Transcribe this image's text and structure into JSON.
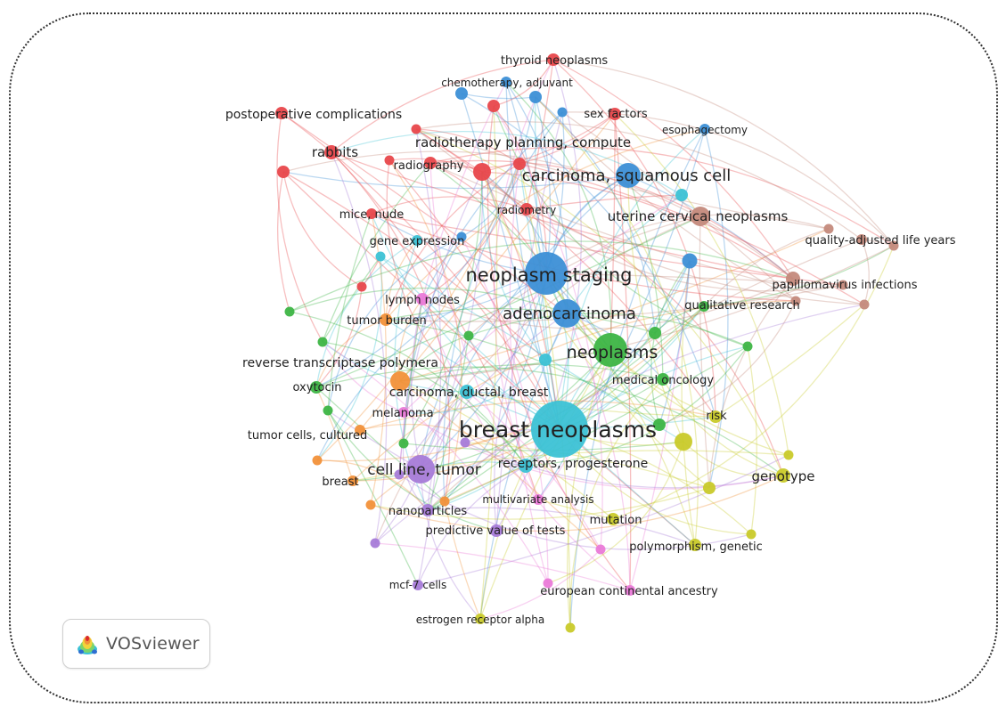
{
  "app": {
    "name": "VOSviewer",
    "logo_icon": "vosviewer-logo-icon"
  },
  "clusters": {
    "red": "#e8474b",
    "blue": "#3c8fd6",
    "green": "#3db545",
    "yellow": "#c9ca2a",
    "purple": "#a77bd8",
    "cyan": "#3cc2d5",
    "orange": "#f2913a",
    "brown": "#c48a7c",
    "pink": "#ea7ad8"
  },
  "labels": [
    {
      "id": "breast-neoplasms",
      "text": "breast neoplasms",
      "cluster": "cyan",
      "size": 25
    },
    {
      "id": "neoplasm-staging",
      "text": "neoplasm staging",
      "cluster": "blue",
      "size": 21
    },
    {
      "id": "carcinoma-squamous-cell",
      "text": "carcinoma, squamous cell",
      "cluster": "blue",
      "size": 18
    },
    {
      "id": "adenocarcinoma",
      "text": "adenocarcinoma",
      "cluster": "blue",
      "size": 18
    },
    {
      "id": "neoplasms",
      "text": "neoplasms",
      "cluster": "green",
      "size": 19
    },
    {
      "id": "cell-line-tumor",
      "text": "cell line, tumor",
      "cluster": "purple",
      "size": 17
    },
    {
      "id": "uterine-cervical-neoplasms",
      "text": "uterine cervical neoplasms",
      "cluster": "brown",
      "size": 15
    },
    {
      "id": "radiotherapy-planning",
      "text": "radiotherapy planning, compute",
      "cluster": "red",
      "size": 15
    },
    {
      "id": "rabbits",
      "text": "rabbits",
      "cluster": "red",
      "size": 15
    },
    {
      "id": "reverse-transcriptase",
      "text": "reverse transcriptase polymera",
      "cluster": "orange",
      "size": 14
    },
    {
      "id": "genotype",
      "text": "genotype",
      "cluster": "yellow",
      "size": 15
    },
    {
      "id": "receptors-progesterone",
      "text": "receptors, progesterone",
      "cluster": "cyan",
      "size": 14
    },
    {
      "id": "carcinoma-ductal-breast",
      "text": "carcinoma, ductal, breast",
      "cluster": "cyan",
      "size": 14
    },
    {
      "id": "postoperative-complications",
      "text": "postoperative complications",
      "cluster": "red",
      "size": 14
    },
    {
      "id": "thyroid-neoplasms",
      "text": "thyroid neoplasms",
      "cluster": "red",
      "size": 13
    },
    {
      "id": "chemotherapy-adjuvant",
      "text": "chemotherapy, adjuvant",
      "cluster": "blue",
      "size": 12
    },
    {
      "id": "sex-factors",
      "text": "sex factors",
      "cluster": "red",
      "size": 13
    },
    {
      "id": "esophagectomy",
      "text": "esophagectomy",
      "cluster": "blue",
      "size": 12
    },
    {
      "id": "radiography",
      "text": "radiography",
      "cluster": "red",
      "size": 13
    },
    {
      "id": "radiometry",
      "text": "radiometry",
      "cluster": "red",
      "size": 12
    },
    {
      "id": "mice-nude",
      "text": "mice, nude",
      "cluster": "red",
      "size": 13
    },
    {
      "id": "gene-expression",
      "text": "gene expression",
      "cluster": "cyan",
      "size": 13
    },
    {
      "id": "quality-adjusted-life-years",
      "text": "quality-adjusted life years",
      "cluster": "brown",
      "size": 13
    },
    {
      "id": "papillomavirus-infections",
      "text": "papillomavirus infections",
      "cluster": "brown",
      "size": 13
    },
    {
      "id": "lymph-nodes",
      "text": "lymph nodes",
      "cluster": "pink",
      "size": 13
    },
    {
      "id": "qualitative-research",
      "text": "qualitative research",
      "cluster": "green",
      "size": 13
    },
    {
      "id": "tumor-burden",
      "text": "tumor burden",
      "cluster": "orange",
      "size": 13
    },
    {
      "id": "oxytocin",
      "text": "oxytocin",
      "cluster": "green",
      "size": 13
    },
    {
      "id": "medical-oncology",
      "text": "medical oncology",
      "cluster": "green",
      "size": 13
    },
    {
      "id": "melanoma",
      "text": "melanoma",
      "cluster": "pink",
      "size": 13
    },
    {
      "id": "risk",
      "text": "risk",
      "cluster": "yellow",
      "size": 13
    },
    {
      "id": "tumor-cells-cultured",
      "text": "tumor cells, cultured",
      "cluster": "orange",
      "size": 13
    },
    {
      "id": "breast",
      "text": "breast",
      "cluster": "orange",
      "size": 13
    },
    {
      "id": "multivariate-analysis",
      "text": "multivariate analysis",
      "cluster": "pink",
      "size": 12
    },
    {
      "id": "nanoparticles",
      "text": "nanoparticles",
      "cluster": "purple",
      "size": 13
    },
    {
      "id": "mutation",
      "text": "mutation",
      "cluster": "yellow",
      "size": 13
    },
    {
      "id": "predictive-value-of-tests",
      "text": "predictive value of tests",
      "cluster": "purple",
      "size": 13
    },
    {
      "id": "polymorphism-genetic",
      "text": "polymorphism, genetic",
      "cluster": "yellow",
      "size": 13
    },
    {
      "id": "mcf-7-cells",
      "text": "mcf-7 cells",
      "cluster": "purple",
      "size": 12
    },
    {
      "id": "european-continental-ancestry",
      "text": "european continental ancestry",
      "cluster": "pink",
      "size": 13
    },
    {
      "id": "estrogen-receptor-alpha",
      "text": "estrogen receptor alpha",
      "cluster": "yellow",
      "size": 12
    }
  ],
  "extra_nodes": [
    {
      "cluster": "red",
      "weight": 2
    },
    {
      "cluster": "red",
      "weight": 2
    },
    {
      "cluster": "red",
      "weight": 2
    },
    {
      "cluster": "red",
      "weight": 1
    },
    {
      "cluster": "red",
      "weight": 1
    },
    {
      "cluster": "red",
      "weight": 1
    },
    {
      "cluster": "blue",
      "weight": 2
    },
    {
      "cluster": "blue",
      "weight": 2
    },
    {
      "cluster": "blue",
      "weight": 1
    },
    {
      "cluster": "blue",
      "weight": 1
    },
    {
      "cluster": "blue",
      "weight": 3
    },
    {
      "cluster": "cyan",
      "weight": 2
    },
    {
      "cluster": "cyan",
      "weight": 2
    },
    {
      "cluster": "cyan",
      "weight": 1
    },
    {
      "cluster": "green",
      "weight": 1
    },
    {
      "cluster": "green",
      "weight": 1
    },
    {
      "cluster": "green",
      "weight": 1
    },
    {
      "cluster": "green",
      "weight": 1
    },
    {
      "cluster": "green",
      "weight": 1
    },
    {
      "cluster": "green",
      "weight": 2
    },
    {
      "cluster": "green",
      "weight": 2
    },
    {
      "cluster": "green",
      "weight": 1
    },
    {
      "cluster": "brown",
      "weight": 1
    },
    {
      "cluster": "brown",
      "weight": 1
    },
    {
      "cluster": "brown",
      "weight": 1
    },
    {
      "cluster": "brown",
      "weight": 1
    },
    {
      "cluster": "brown",
      "weight": 1
    },
    {
      "cluster": "yellow",
      "weight": 2
    },
    {
      "cluster": "yellow",
      "weight": 1
    },
    {
      "cluster": "yellow",
      "weight": 1
    },
    {
      "cluster": "yellow",
      "weight": 4
    },
    {
      "cluster": "yellow",
      "weight": 1
    },
    {
      "cluster": "orange",
      "weight": 1
    },
    {
      "cluster": "orange",
      "weight": 1
    },
    {
      "cluster": "orange",
      "weight": 1
    },
    {
      "cluster": "purple",
      "weight": 1
    },
    {
      "cluster": "purple",
      "weight": 1
    },
    {
      "cluster": "purple",
      "weight": 1
    },
    {
      "cluster": "pink",
      "weight": 1
    },
    {
      "cluster": "pink",
      "weight": 1
    }
  ]
}
